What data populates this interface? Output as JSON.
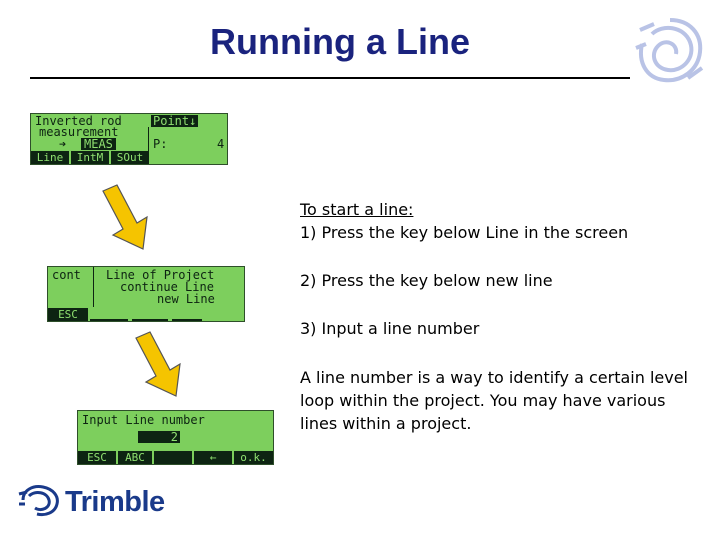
{
  "slide": {
    "title": "Running a Line"
  },
  "screen1": {
    "row1_left": "Inverted rod",
    "row1_right": "Point↓",
    "row2_left": "measurement",
    "row3_arrow": "➔",
    "row3_meas": "MEAS",
    "row3_p": "P:",
    "row3_value": "4",
    "softkeys": [
      "Line",
      "IntM",
      "SOut"
    ]
  },
  "screen2": {
    "left_label": "cont",
    "line1": "Line of Project",
    "line2": "continue Line",
    "line3": "new Line",
    "softkey": "ESC"
  },
  "screen3": {
    "prompt": "Input Line number",
    "value": "2",
    "softkeys": [
      "ESC",
      "ABC",
      "",
      "←",
      "o.k."
    ]
  },
  "instructions": {
    "heading": "To start a line:",
    "step1": "1)  Press the key below Line in the screen",
    "step2": "2)  Press the key below new line",
    "step3": "3)  Input a line number",
    "note": "A line number is a way to identify a certain level loop within the project. You may have various lines within a project."
  },
  "brand": {
    "name": "Trimble",
    "color": "#1a3a8a"
  },
  "colors": {
    "title": "#1a237e",
    "lcd": "#7dcf5d",
    "arrow": "#f5c400"
  }
}
